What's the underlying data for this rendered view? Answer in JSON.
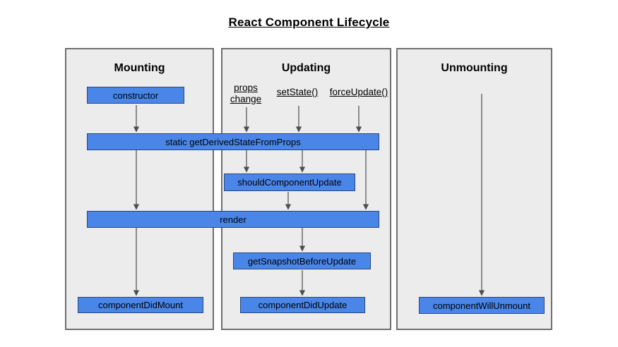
{
  "title": "React Component Lifecycle",
  "panels": {
    "mounting": {
      "title": "Mounting"
    },
    "updating": {
      "title": "Updating"
    },
    "unmounting": {
      "title": "Unmounting"
    }
  },
  "triggers": {
    "props_change": "props change",
    "set_state": "setState()",
    "force_update": "forceUpdate()"
  },
  "boxes": {
    "constructor": "constructor",
    "get_derived_state_from_props": "static getDerivedStateFromProps",
    "should_component_update": "shouldComponentUpdate",
    "render": "render",
    "get_snapshot_before_update": "getSnapshotBeforeUpdate",
    "component_did_mount": "componentDidMount",
    "component_did_update": "componentDidUpdate",
    "component_will_unmount": "componentWillUnmount"
  },
  "colors": {
    "box_fill": "#4a86e8",
    "box_border": "#27477f",
    "panel_fill": "#ececec",
    "panel_border": "#6e6e6e",
    "arrow": "#4d4d4d",
    "text": "#000000"
  }
}
